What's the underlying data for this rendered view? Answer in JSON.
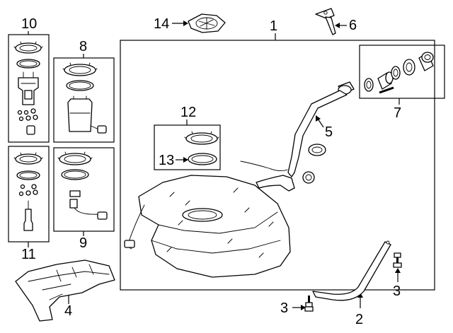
{
  "diagram": {
    "callouts": {
      "c1": "1",
      "c2": "2",
      "c3a": "3",
      "c3b": "3",
      "c4": "4",
      "c5": "5",
      "c6": "6",
      "c7": "7",
      "c8": "8",
      "c9": "9",
      "c10": "10",
      "c11": "11",
      "c12": "12",
      "c13": "13",
      "c14": "14"
    },
    "parts": [
      "fuel-tank",
      "tank-strap",
      "strap-bolt",
      "heat-shield",
      "filler-pipe",
      "filler-bracket",
      "filler-neck-seal-kit",
      "fuel-pump-module",
      "fuel-level-sender",
      "fuel-pump-assembly-kit",
      "fuel-gauge-sender-kit",
      "lock-ring-kit",
      "o-ring-seal",
      "pump-cover"
    ]
  }
}
